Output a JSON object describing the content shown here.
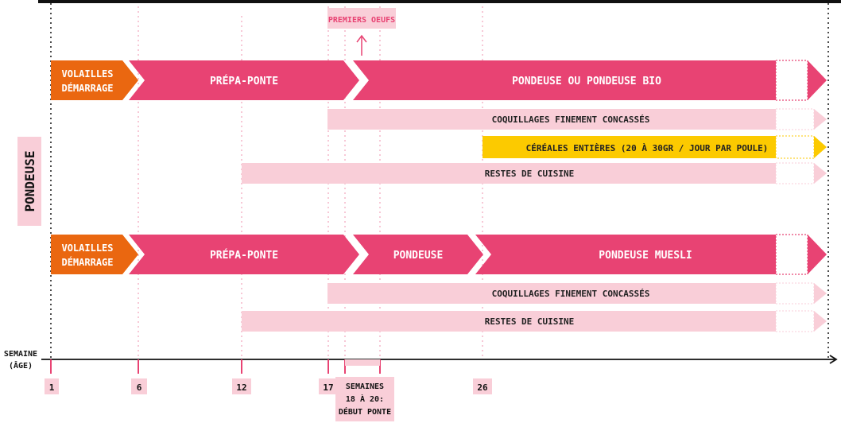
{
  "colors": {
    "orange": "#ea6710",
    "pink": "#e84373",
    "light_pink": "#f9ced8",
    "yellow": "#fcca00",
    "axis": "#111111",
    "guide": "#ef90ad",
    "white": "#ffffff"
  },
  "side_label": "PONDEUSE",
  "top_note": "PREMIERS OEUFS",
  "axis": {
    "label_line1": "SEMAINE",
    "label_line2": "(ÂGE)",
    "ticks": [
      "1",
      "6",
      "12",
      "17",
      "26"
    ],
    "range_label_line1": "SEMAINES",
    "range_label_line2": "18 À 20:",
    "range_label_line3": "DÉBUT PONTE"
  },
  "programs": [
    {
      "main": {
        "start_label_line1": "VOLAILLES",
        "start_label_line2": "DÉMARRAGE",
        "phase2": "PRÉPA-PONTE",
        "phase3": "PONDEUSE OU PONDEUSE BIO"
      },
      "supplements": [
        {
          "label": "COQUILLAGES FINEMENT CONCASSÉS",
          "from_week": 17
        },
        {
          "label": "CÉRÉALES ENTIÈRES (20 À 30GR / JOUR PAR POULE)",
          "from_week": 26
        },
        {
          "label": "RESTES DE CUISINE",
          "from_week": 12
        }
      ]
    },
    {
      "main": {
        "start_label_line1": "VOLAILLES",
        "start_label_line2": "DÉMARRAGE",
        "phase2": "PRÉPA-PONTE",
        "phase3": "PONDEUSE",
        "phase4": "PONDEUSE MUESLI"
      },
      "supplements": [
        {
          "label": "COQUILLAGES FINEMENT CONCASSÉS",
          "from_week": 17
        },
        {
          "label": "RESTES DE CUISINE",
          "from_week": 12
        }
      ]
    }
  ]
}
